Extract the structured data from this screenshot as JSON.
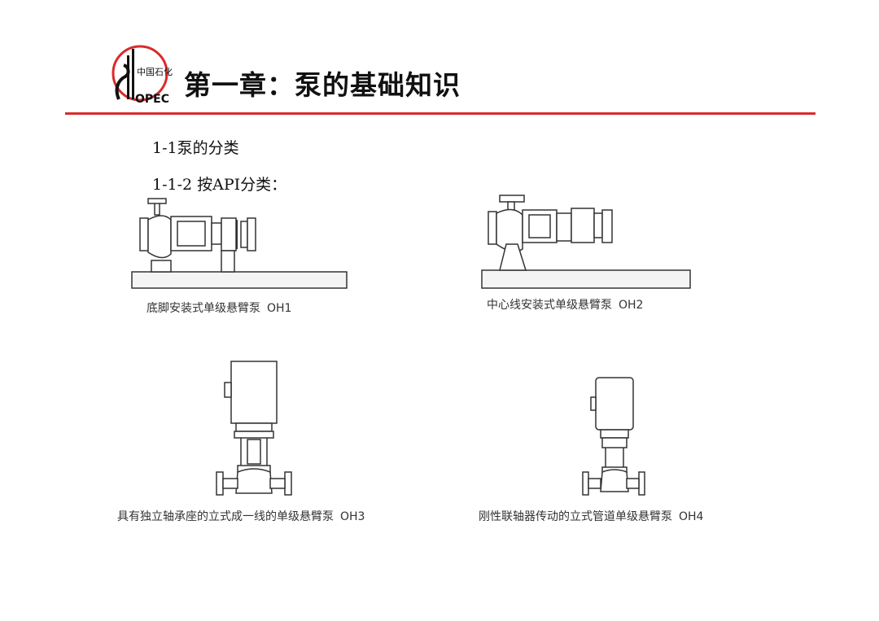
{
  "header": {
    "logo_text": "中国石化 SINOPEC",
    "title": "第一章：泵的基础知识",
    "accent_color": "#d92b2b"
  },
  "content": {
    "section": "1-1泵的分类",
    "subsection": "1-1-2 按API分类："
  },
  "figures": [
    {
      "caption": "底脚安装式单级悬臂泵",
      "code": "OH1",
      "icon": "horizontal-foot-mounted-pump"
    },
    {
      "caption": "中心线安装式单级悬臂泵",
      "code": "OH2",
      "icon": "horizontal-centerline-mounted-pump"
    },
    {
      "caption": "具有独立轴承座的立式成一线的单级悬臂泵",
      "code": "OH3",
      "icon": "vertical-inline-pump-bearing-frame"
    },
    {
      "caption": "刚性联轴器传动的立式管道单级悬臂泵",
      "code": "OH4",
      "icon": "vertical-inline-pump-rigid-coupling"
    }
  ]
}
